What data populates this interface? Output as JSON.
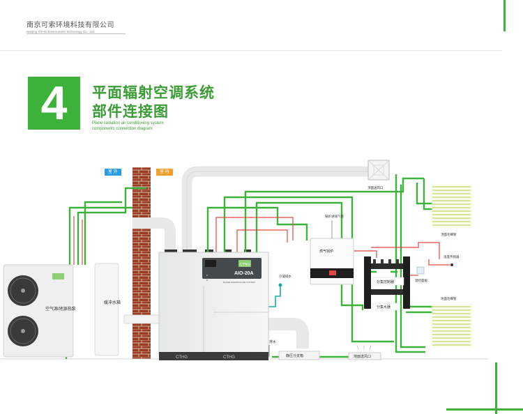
{
  "company": {
    "name_cn": "南京可索环境科技有限公司",
    "name_en": "Nanjing CTHG Environment Technology Co., Ltd."
  },
  "section": {
    "number": "4",
    "title_line1": "平面辐射空调系统",
    "title_line2": "部件连接图",
    "subtitle_line1": "Plane radiation air conditioning system",
    "subtitle_line2": "components connection diagram"
  },
  "tags": {
    "outdoor": "室 外",
    "indoor": "室 内"
  },
  "labels": {
    "top_air_outlet": "顶面送风口",
    "boiler_exhaust": "锅炉进排气管",
    "gas_boiler": "燃气锅炉",
    "ceiling_capillary": "顶面毛细管",
    "temp_sensor": "温度传感器",
    "controller": "温控面板",
    "floor_capillary": "地面毛细管",
    "distributor": "分集控制器",
    "manifold": "分集水器",
    "condensate": "冷凝排水",
    "heat_pump": "空气源/地源热泵",
    "buffer_tank": "缓冲水箱",
    "drain": "排水",
    "static_box": "静压分支箱",
    "floor_air_outlet": "地面送风口"
  },
  "unit": {
    "model": "AIO-20A",
    "subtitle": "PLANE RADIATION AIR SYSTEM",
    "brand": "CTHG",
    "logo": "CTHG"
  },
  "colors": {
    "green": "#3db23b",
    "red": "#e0473f",
    "teal": "#18a9a0",
    "brick": "#9c3a22",
    "duct": "#e8e8e8",
    "tag_blue": "#2e9be0",
    "tag_orange": "#f0a030"
  }
}
